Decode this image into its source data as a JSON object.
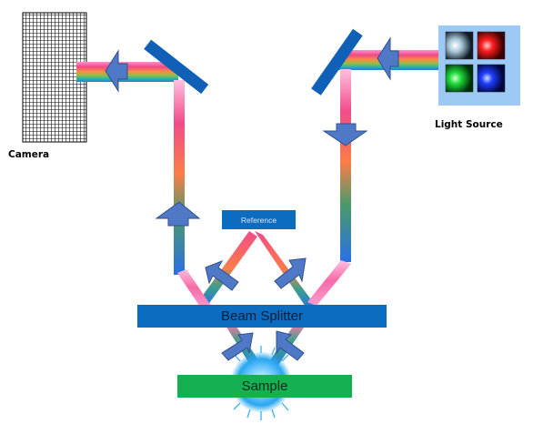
{
  "labels": {
    "camera": "Camera",
    "light_source": "Light Source",
    "reference": "Reference",
    "beam_splitter": "Beam Splitter",
    "sample": "Sample"
  },
  "colors": {
    "splitter_blue": "#0c6cc0",
    "reference_blue": "#0c6cc0",
    "sample_green": "#14b052",
    "arrow_fill": "#4f78c6",
    "arrow_stroke": "#2f4f8f",
    "mirror_blue": "#1060b8",
    "light_panel_bg": "#9ccaf4",
    "beam_colors": [
      "#ff6fb4",
      "#f0457f",
      "#fb7a45",
      "#63a64e",
      "#1fb0a6",
      "#2a7de2"
    ]
  },
  "light_source": {
    "leds": [
      "white-led",
      "red-led",
      "green-led",
      "blue-led"
    ]
  }
}
